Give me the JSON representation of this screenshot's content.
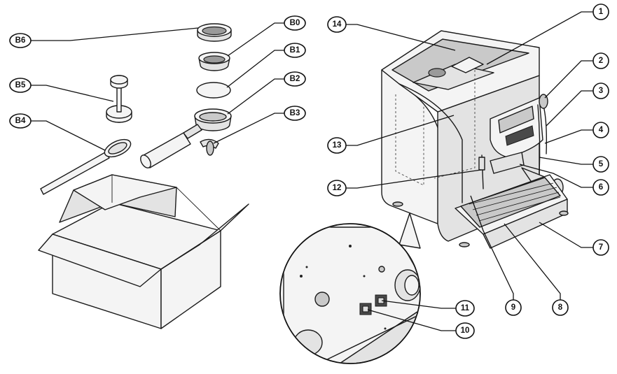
{
  "callouts": {
    "b0": "B0",
    "b1": "B1",
    "b2": "B2",
    "b3": "B3",
    "b4": "B4",
    "b5": "B5",
    "b6": "B6",
    "n1": "1",
    "n2": "2",
    "n3": "3",
    "n4": "4",
    "n5": "5",
    "n6": "6",
    "n7": "7",
    "n8": "8",
    "n9": "9",
    "n10": "10",
    "n11": "11",
    "n12": "12",
    "n13": "13",
    "n14": "14"
  },
  "icons": {
    "shipping_box": "open-cardboard-box-icon",
    "measuring_spoon": "measuring-spoon-icon",
    "tamper": "tamper-icon",
    "filter_baskets": "filter-basket-icon",
    "portafilter": "portafilter-icon",
    "espresso_machine": "espresso-machine-icon",
    "rear_detail": "rear-panel-detail-icon"
  }
}
